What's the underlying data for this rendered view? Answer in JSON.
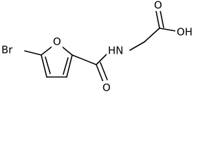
{
  "molecule": {
    "atoms": {
      "bromine": "Br",
      "furan_oxygen": "O",
      "amide_nitrogen": "HN",
      "amide_oxygen": "O",
      "acid_carbonyl_oxygen": "O",
      "acid_hydroxyl": "OH"
    }
  }
}
